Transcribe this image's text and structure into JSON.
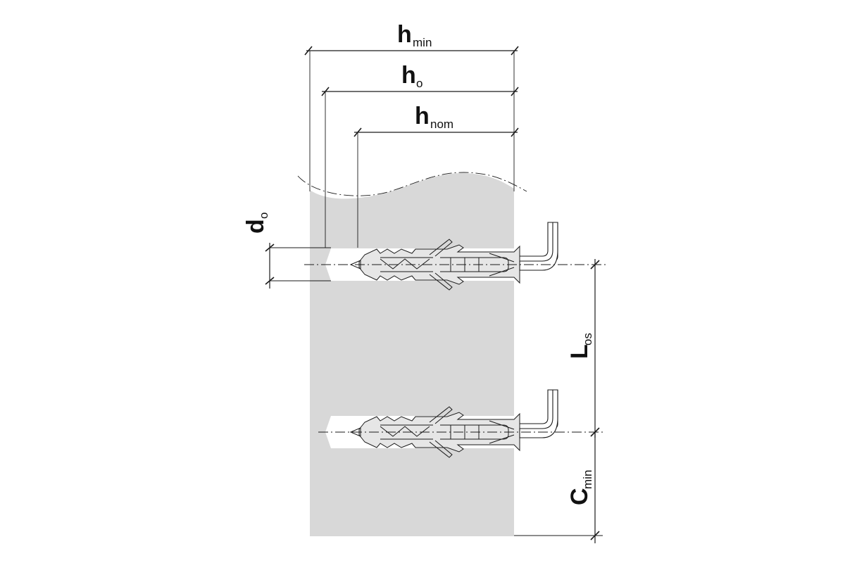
{
  "diagram": {
    "colors": {
      "substrate": "#d8d8d8",
      "line": "#1a1a1a",
      "background": "#ffffff"
    },
    "labels": {
      "h_min": {
        "main": "h",
        "sub": "min"
      },
      "h_o": {
        "main": "h",
        "sub": "o"
      },
      "h_nom": {
        "main": "h",
        "sub": "nom"
      },
      "d_o": {
        "main": "d",
        "sub": "o"
      },
      "L_os": {
        "main": "L",
        "sub": "os"
      },
      "C_min": {
        "main": "C",
        "sub": "min"
      }
    }
  }
}
